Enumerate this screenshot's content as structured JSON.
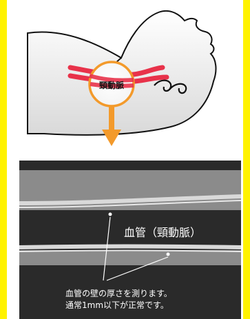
{
  "colors": {
    "frame": "#fff200",
    "panel": "#ffffff",
    "artery": "#e8324a",
    "arrow": "#f39a2b",
    "ultrasound_bg": "#2a2a2a",
    "ultrasound_band": "#8b8b8b",
    "ultrasound_wall": "#d9d9d9",
    "text_light": "#ffffff"
  },
  "illustration": {
    "callout_label": "頸動脈",
    "icons": [
      "head-outline-icon",
      "ear-icon",
      "artery-icon",
      "down-arrow-icon"
    ]
  },
  "ultrasound": {
    "vessel_label": "血管（頸動脈）",
    "note_line1": "血管の壁の厚さを測ります。",
    "note_line2": "通常1mm以下が正常です。"
  }
}
